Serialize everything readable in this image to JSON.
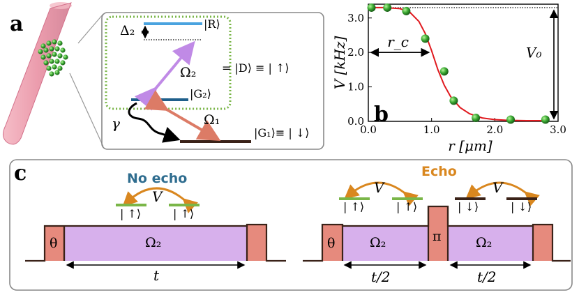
{
  "labels": {
    "panel_a": "a",
    "panel_b": "b",
    "panel_c": "c"
  },
  "panel_a": {
    "delta2": "Δ₂",
    "ket_R": "|R⟩",
    "omega2": "Ω₂",
    "equiv": "= |D⟩ ≡ | ↑⟩",
    "ket_G2": "|G₂⟩",
    "gamma": "γ",
    "omega1": "Ω₁",
    "ket_G1": "|G₁⟩≡ | ↓⟩",
    "colors": {
      "R_level": "#4aa3df",
      "G2_level": "#1f5f8b",
      "G1_level": "#3a2218",
      "omega2_arrow": "#c08ae6",
      "omega1_arrow": "#dc7b66",
      "dressed_box": "#7ab648"
    }
  },
  "panel_b": {
    "chart_data": {
      "type": "scatter",
      "x": [
        0.05,
        0.3,
        0.6,
        0.9,
        1.2,
        1.35,
        1.7,
        2.25,
        2.8
      ],
      "y": [
        3.3,
        3.3,
        3.2,
        2.4,
        1.45,
        0.6,
        0.1,
        0.05,
        0.05
      ],
      "curve": {
        "x": [
          0.0,
          0.25,
          0.5,
          0.65,
          0.8,
          0.9,
          1.0,
          1.1,
          1.2,
          1.3,
          1.45,
          1.6,
          1.8,
          2.0,
          2.2,
          2.5,
          2.8
        ],
        "y": [
          3.3,
          3.3,
          3.27,
          3.18,
          2.9,
          2.55,
          2.05,
          1.5,
          1.05,
          0.72,
          0.4,
          0.22,
          0.1,
          0.05,
          0.03,
          0.02,
          0.02
        ]
      },
      "xlabel": "r [μm]",
      "ylabel": "V [kHz]",
      "xlim": [
        0.0,
        3.0
      ],
      "ylim": [
        0.0,
        3.4
      ],
      "xticks": [
        "0.0",
        "1.0",
        "2.0",
        "3.0"
      ],
      "yticks": [
        "0.0",
        "1.0",
        "2.0",
        "3.0"
      ],
      "annotations": {
        "rc": "r_c",
        "V0": "V₀"
      },
      "marker_color": "#3aa832",
      "curve_color": "#e0191e"
    }
  },
  "panel_c": {
    "no_echo": {
      "title": "No echo",
      "title_color": "#2f6d8f",
      "V": "V",
      "ket_left": "| ↑⟩",
      "ket_right": "| ↑⟩",
      "theta": "θ",
      "omega2": "Ω₂",
      "t": "t"
    },
    "echo": {
      "title": "Echo",
      "title_color": "#d9871f",
      "V_left": "V",
      "ket_1": "| ↑⟩",
      "ket_2": "| ↑⟩",
      "V_right": "V",
      "ket_3": "| ↓⟩",
      "ket_4": "| ↓⟩",
      "theta": "θ",
      "omega2_a": "Ω₂",
      "pi": "π",
      "omega2_b": "Ω₂",
      "half_t_a": "t/2",
      "half_t_b": "t/2"
    },
    "colors": {
      "pulse": "#e68a7d",
      "drive": "#d7b0ec",
      "up_level": "#7ab648",
      "down_level": "#3a2218",
      "exchange_arrow": "#d9871f"
    }
  }
}
